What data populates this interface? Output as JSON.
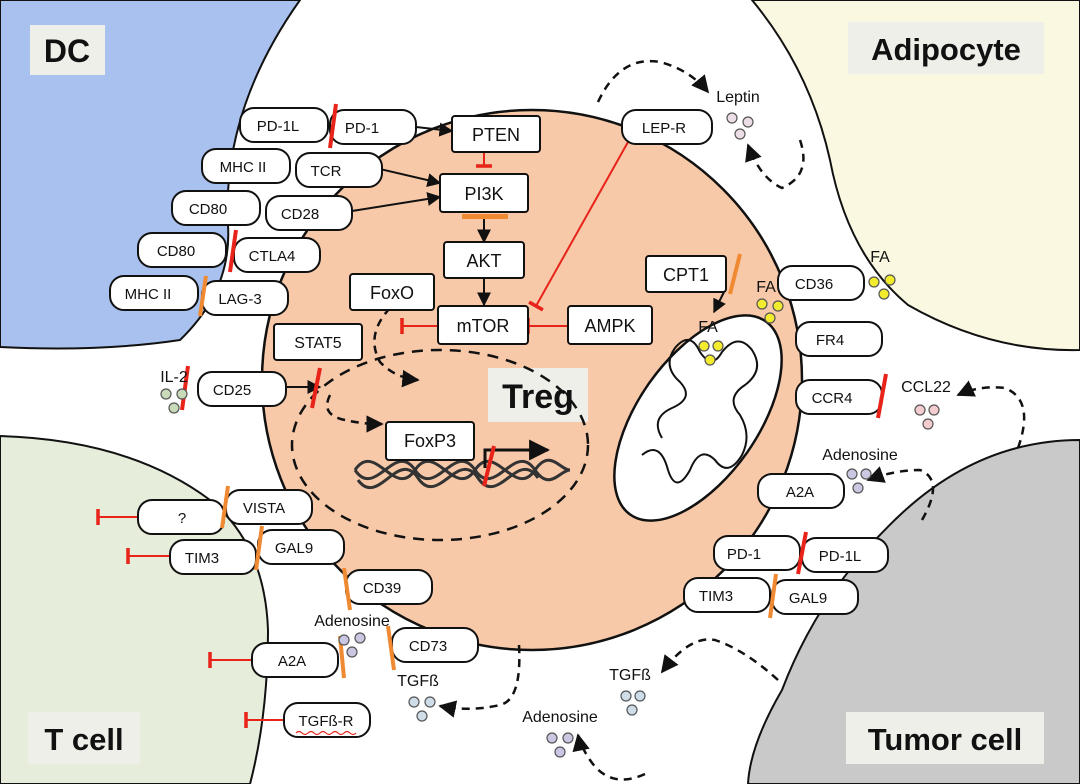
{
  "colors": {
    "dc": "#a9c1ee",
    "adipocyte": "#fbf8e1",
    "tcell": "#e6eddb",
    "tumor": "#c9c9c9",
    "treg": "#f7c9a9",
    "block_red": "#e8231a",
    "block_orange": "#f08a32",
    "fa_yellow": "#f3ec2e",
    "leptin_pink": "#ecdde7",
    "adenosine_purple": "#c9c7e2",
    "tgfb_blue": "#cfdde9",
    "ccl22_pink": "#f3cccf",
    "il2_green": "#c9dab9",
    "label_bg": "#efefea"
  },
  "cells": {
    "dc": "DC",
    "adipocyte": "Adipocyte",
    "tcell": "T cell",
    "tumor": "Tumor cell",
    "treg": "Treg"
  },
  "dc_ligands": {
    "pd1l": "PD-1L",
    "mhc2a": "MHC II",
    "cd80a": "CD80",
    "cd80b": "CD80",
    "mhc2b": "MHC II"
  },
  "treg_receptors": {
    "pd1": "PD-1",
    "tcr": "TCR",
    "cd28": "CD28",
    "ctla4": "CTLA4",
    "lag3": "LAG-3",
    "cd25": "CD25",
    "vista": "VISTA",
    "gal9": "GAL9",
    "cd39": "CD39",
    "cd73": "CD73",
    "lepr": "LEP-R",
    "cd36": "CD36",
    "fr4": "FR4",
    "ccr4": "CCR4",
    "a2a": "A2A",
    "pd1_b": "PD-1",
    "tim3_b": "TIM3"
  },
  "signaling": {
    "pten": "PTEN",
    "pi3k": "PI3K",
    "akt": "AKT",
    "mtor": "mTOR",
    "foxo": "FoxO",
    "stat5": "STAT5",
    "ampk": "AMPK",
    "cpt1": "CPT1",
    "foxp3": "FoxP3",
    "fa_inner": "FA"
  },
  "tcell_receptors": {
    "unknown": "?",
    "tim3": "TIM3",
    "a2a": "A2A",
    "tgfbr": "TGFß-R"
  },
  "tumor_ligands": {
    "pd1l": "PD-1L",
    "gal9": "GAL9"
  },
  "soluble": {
    "leptin": "Leptin",
    "il2": "IL-2",
    "fa_top": "FA",
    "fa_mid": "FA",
    "ccl22": "CCL22",
    "adenosine_right": "Adenosine",
    "adenosine_left": "Adenosine",
    "adenosine_bottom": "Adenosine",
    "tgfb_left": "TGFß",
    "tgfb_right": "TGFß"
  }
}
